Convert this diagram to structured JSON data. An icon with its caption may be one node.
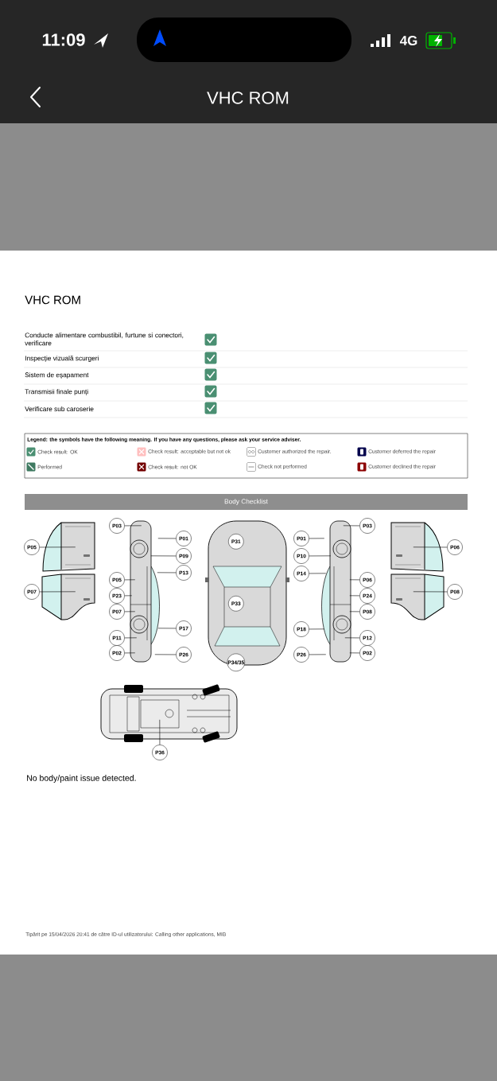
{
  "diagram": {
    "title": "VHC ROM",
    "nodes": [
      {
        "text": [
          "Body Checklist"
        ]
      },
      {
        "text": [],
        "shape": "picture"
      },
      {
        "text": [],
        "shape": "picture"
      },
      {
        "text": [
          "P05"
        ]
      },
      {
        "text": [
          "P07"
        ]
      },
      {
        "text": [],
        "shape": "picture"
      },
      {
        "text": [
          "P03"
        ]
      },
      {
        "text": [
          "P01"
        ]
      },
      {
        "text": [
          "P09"
        ]
      },
      {
        "text": [
          "P13"
        ]
      },
      {
        "text": [
          "P05"
        ]
      },
      {
        "text": [
          "P23"
        ]
      },
      {
        "text": [
          "P07"
        ]
      },
      {
        "text": [
          "P11"
        ]
      },
      {
        "text": [
          "P17"
        ]
      },
      {
        "text": [
          "P02"
        ]
      },
      {
        "text": [
          "P26"
        ]
      },
      {
        "text": [],
        "shape": "picture"
      },
      {
        "text": [
          "P31"
        ],
        "in": 17
      },
      {
        "text": [
          "P33"
        ],
        "in": 17
      },
      {
        "text": [
          "P34/35"
        ],
        "in": 17
      },
      {
        "text": [],
        "shape": "picture"
      },
      {
        "text": [
          "P03"
        ]
      },
      {
        "text": [
          "P01"
        ]
      },
      {
        "text": [
          "P10"
        ]
      },
      {
        "text": [
          "P14"
        ]
      },
      {
        "text": [
          "P06"
        ]
      },
      {
        "text": [
          "P24"
        ]
      },
      {
        "text": [
          "P08"
        ]
      },
      {
        "text": [
          "P18"
        ]
      },
      {
        "text": [
          "P12"
        ]
      },
      {
        "text": [
          "P26"
        ]
      },
      {
        "text": [
          "P02"
        ]
      },
      {
        "text": [],
        "shape": "picture"
      },
      {
        "text": [],
        "shape": "picture"
      },
      {
        "text": [
          "P06"
        ]
      },
      {
        "text": [
          "P08"
        ]
      },
      {
        "text": [],
        "shape": "picture"
      },
      {
        "text": [
          "P36"
        ]
      }
    ],
    "edges": [
      {
        "from": 3,
        "to": 1,
        "arrow": "none"
      },
      {
        "from": 4,
        "to": 2,
        "arrow": "none"
      },
      {
        "from": 6,
        "to": 5,
        "arrow": "none"
      },
      {
        "from": 7,
        "to": 5,
        "arrow": "none"
      },
      {
        "from": 8,
        "to": 5,
        "arrow": "none"
      },
      {
        "from": 9,
        "to": 5,
        "arrow": "none"
      },
      {
        "from": 10,
        "to": 5,
        "arrow": "none"
      },
      {
        "from": 11,
        "to": 5,
        "arrow": "none"
      },
      {
        "from": 12,
        "to": 5,
        "arrow": "none"
      },
      {
        "from": 13,
        "to": 5,
        "arrow": "none"
      },
      {
        "from": 14,
        "to": 5,
        "arrow": "none"
      },
      {
        "from": 15,
        "to": 5,
        "arrow": "none"
      },
      {
        "from": 16,
        "to": 5,
        "arrow": "none"
      },
      {
        "from": 22,
        "to": 21,
        "arrow": "none"
      },
      {
        "from": 23,
        "to": 21,
        "arrow": "none"
      },
      {
        "from": 24,
        "to": 21,
        "arrow": "none"
      },
      {
        "from": 25,
        "to": 21,
        "arrow": "none"
      },
      {
        "from": 26,
        "to": 21,
        "arrow": "none"
      },
      {
        "from": 27,
        "to": 21,
        "arrow": "none"
      },
      {
        "from": 28,
        "to": 21,
        "arrow": "none"
      },
      {
        "from": 29,
        "to": 21,
        "arrow": "none"
      },
      {
        "from": 30,
        "to": 21,
        "arrow": "none"
      },
      {
        "from": 31,
        "to": 21,
        "arrow": "none"
      },
      {
        "from": 32,
        "to": 21,
        "arrow": "none"
      },
      {
        "from": 35,
        "to": 33,
        "arrow": "none"
      },
      {
        "from": 36,
        "to": 34,
        "arrow": "none"
      },
      {
        "from": 38,
        "to": 37,
        "arrow": "none"
      }
    ],
    "labels": [
      "11:09",
      "4G",
      "VHC ROM",
      "Conducte alimentare combustibil, furtune si conectori, verificare",
      "Inspecție vizuală scurgeri",
      "Sistem de eșapament",
      "Transmisii finale punți",
      "Verificare sub caroserie",
      "Legend: the symbols have the following meaning. If you have any questions, please ask your service adviser.",
      "No body/paint issue detected.",
      "Tipărit pe 15/04/2026 20:41 de către ID-ul utilizatorului: Calling other applications, MIB"
    ],
    "legend": [
      {
        "text": "Check result: OK"
      },
      {
        "text": "Check result: acceptable but not ok"
      },
      {
        "text": "Customer authorized the repair."
      },
      {
        "text": "Customer deferred the repair"
      },
      {
        "text": "Performed"
      },
      {
        "text": "Check result: not OK"
      },
      {
        "text": "Check not performed"
      },
      {
        "text": "Customer declined the repair"
      }
    ]
  }
}
